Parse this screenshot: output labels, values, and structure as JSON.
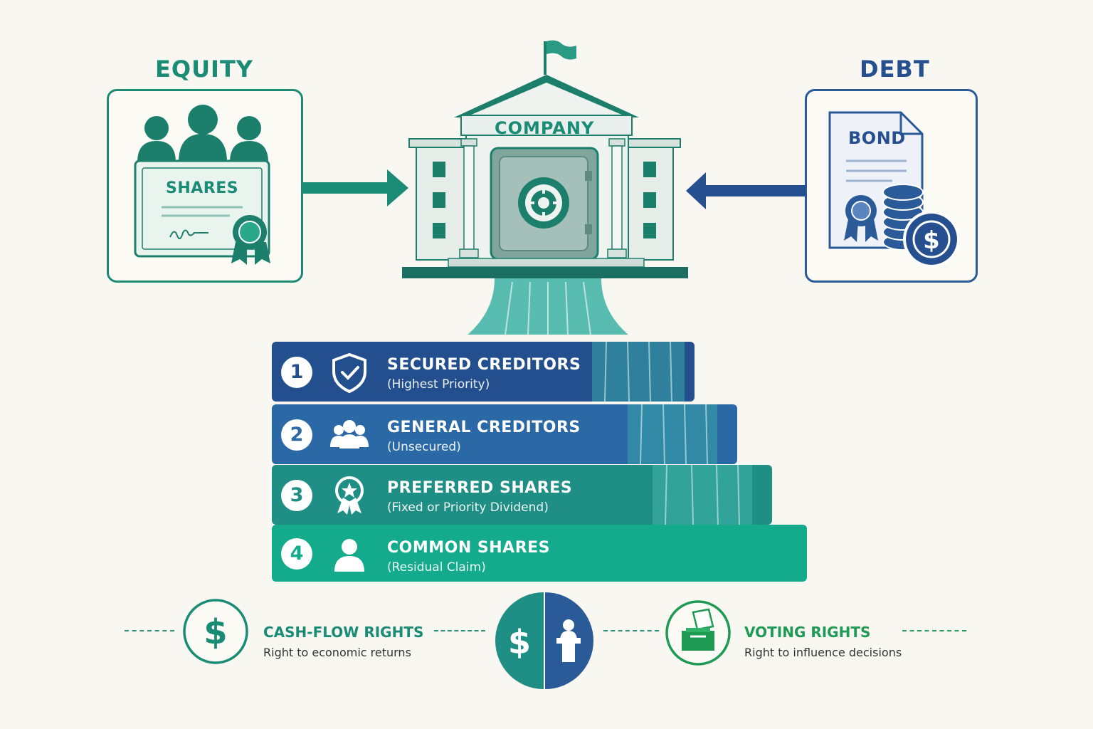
{
  "equity": {
    "title": "EQUITY",
    "certificate_label": "SHARES"
  },
  "debt": {
    "title": "DEBT",
    "document_label": "BOND"
  },
  "company": {
    "label": "COMPANY"
  },
  "priority": [
    {
      "number": "1",
      "title": "SECURED CREDITORS",
      "subtitle": "(Highest Priority)",
      "icon": "shield-check-icon"
    },
    {
      "number": "2",
      "title": "GENERAL CREDITORS",
      "subtitle": "(Unsecured)",
      "icon": "people-group-icon"
    },
    {
      "number": "3",
      "title": "PREFERRED SHARES",
      "subtitle": "(Fixed or Priority Dividend)",
      "icon": "award-ribbon-icon"
    },
    {
      "number": "4",
      "title": "COMMON SHARES",
      "subtitle": "(Residual Claim)",
      "icon": "person-icon"
    }
  ],
  "rights": {
    "cash_flow": {
      "title": "CASH-FLOW RIGHTS",
      "subtitle": "Right to economic returns",
      "icon": "dollar-icon"
    },
    "voting": {
      "title": "VOTING RIGHTS",
      "subtitle": "Right to influence decisions",
      "icon": "ballot-box-icon"
    }
  },
  "colors": {
    "teal": "#1a8b74",
    "navy": "#234f8e",
    "green": "#1f9a55",
    "background": "#f8f7f1"
  }
}
